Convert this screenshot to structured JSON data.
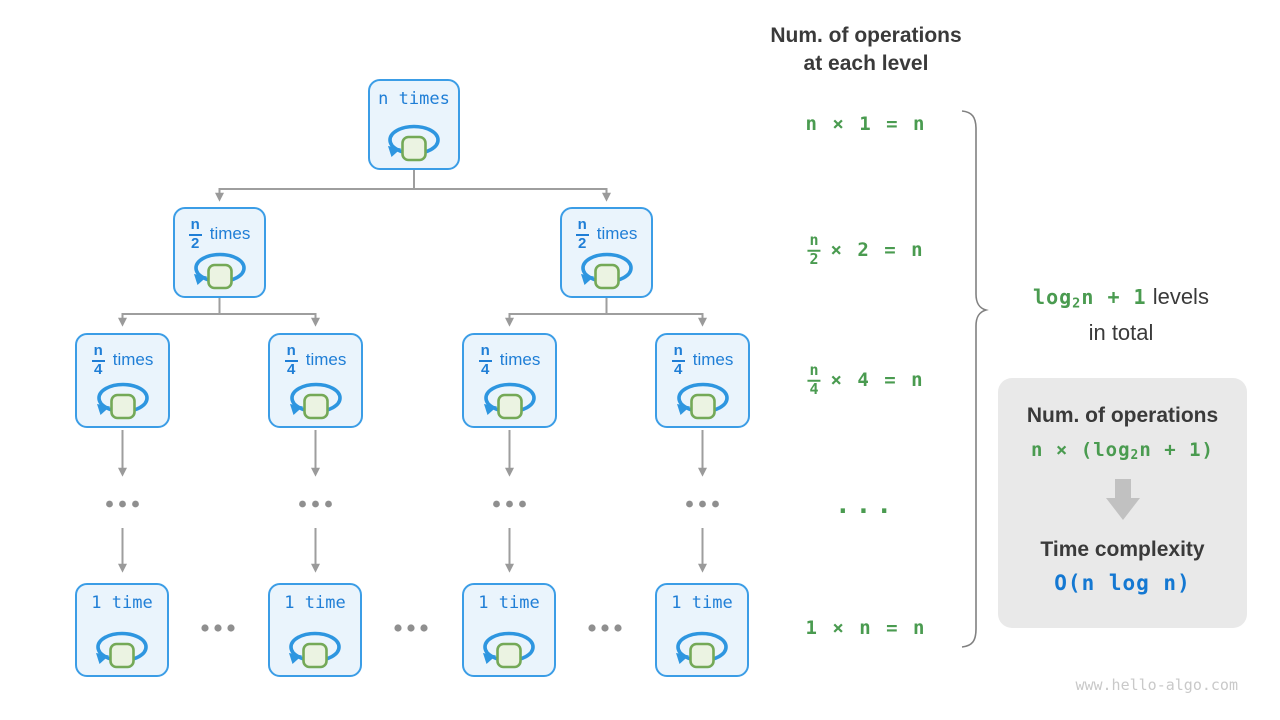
{
  "header": {
    "line1": "Num. of operations",
    "line2": "at each level"
  },
  "tree": {
    "nodes": [
      {
        "label": "n times"
      },
      {
        "num": "n",
        "den": "2",
        "word": "times"
      },
      {
        "num": "n",
        "den": "2",
        "word": "times"
      },
      {
        "num": "n",
        "den": "4",
        "word": "times"
      },
      {
        "num": "n",
        "den": "4",
        "word": "times"
      },
      {
        "num": "n",
        "den": "4",
        "word": "times"
      },
      {
        "num": "n",
        "den": "4",
        "word": "times"
      },
      {
        "label": "1 time"
      },
      {
        "label": "1 time"
      },
      {
        "label": "1 time"
      },
      {
        "label": "1 time"
      }
    ],
    "ellipsis": "..."
  },
  "ops_column": {
    "row1": "n × 1 = n",
    "row2": {
      "num": "n",
      "den": "2",
      "rest": "× 2 = n"
    },
    "row3": {
      "num": "n",
      "den": "4",
      "rest": "× 4 = n"
    },
    "row4": "...",
    "row5": "1 × n = n"
  },
  "levels_note": {
    "formula_pre": "log",
    "formula_sub": "2",
    "formula_post": "n + 1",
    "rest": " levels",
    "line2": "in total"
  },
  "summary_box": {
    "title": "Num. of operations",
    "ops_pre": "n × (log",
    "ops_sub": "2",
    "ops_post": "n + 1)",
    "tc_label": "Time complexity",
    "tc_formula": "O(n log n)"
  },
  "watermark": "www.hello-algo.com",
  "colors": {
    "node_border_blue": "#3b9de6",
    "node_fill": "#eaf4fc",
    "node_text_blue": "#1f7ed6",
    "green": "#4a9b50",
    "square_fill": "#ebf3e2",
    "square_border": "#74a957",
    "dark_text": "#3a3a3a",
    "gray_line": "#9e9e9e",
    "box_bg": "#e9e9e9",
    "complexity_blue": "#1478d2"
  }
}
